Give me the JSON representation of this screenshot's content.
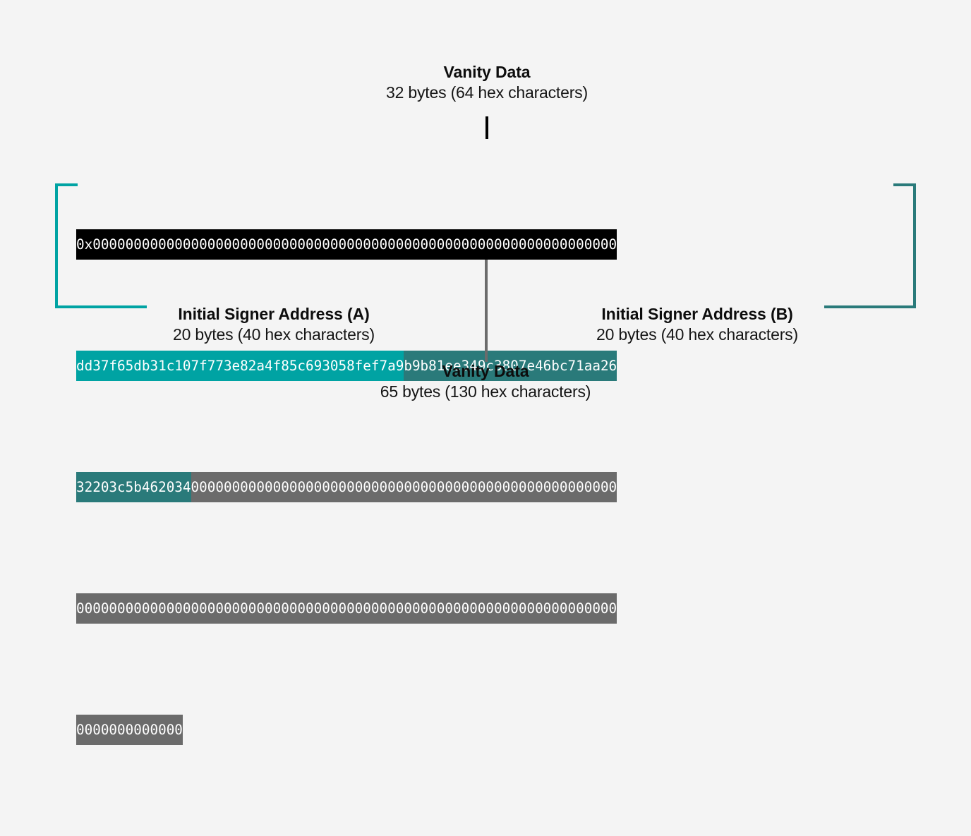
{
  "figure": {
    "background_color": "#f4f4f4",
    "colors": {
      "black": "#000000",
      "teal": "#00a3a3",
      "dark_teal": "#2a7a7a",
      "gray": "#6b6b6b",
      "text": "#0d0d0d"
    }
  },
  "top_label": {
    "title": "Vanity Data",
    "subtitle": "32 bytes (64 hex characters)"
  },
  "bottom_center_label": {
    "title": "Vanity Data",
    "subtitle": "65 bytes (130 hex characters)"
  },
  "left_label": {
    "title": "Initial Signer Address (A)",
    "subtitle": "20 bytes (40 hex characters)"
  },
  "right_label": {
    "title": "Initial Signer Address (B)",
    "subtitle": "20 bytes (40 hex characters)"
  },
  "hex_rows": [
    {
      "row": 1,
      "segments": [
        {
          "kind": "prefix-and-vanity-data",
          "color": "black",
          "text": "0x0000000000000000000000000000000000000000000000000000000000000000"
        }
      ]
    },
    {
      "row": 2,
      "segments": [
        {
          "kind": "signer-address-a",
          "color": "teal",
          "text": "dd37f65db31c107f773e82a4f85c693058fef7a9"
        },
        {
          "kind": "signer-address-b-part1",
          "color": "dark_teal",
          "text": "b9b81ee349c3807e46bc71aa26"
        }
      ]
    },
    {
      "row": 3,
      "segments": [
        {
          "kind": "signer-address-b-part2",
          "color": "dark_teal",
          "text": "32203c5b462034"
        },
        {
          "kind": "vanity-data-tail",
          "color": "gray",
          "text": "0000000000000000000000000000000000000000000000000000"
        }
      ]
    },
    {
      "row": 4,
      "segments": [
        {
          "kind": "vanity-data-tail",
          "color": "gray",
          "text": "000000000000000000000000000000000000000000000000000000000000000000"
        }
      ]
    },
    {
      "row": 5,
      "segments": [
        {
          "kind": "vanity-data-tail",
          "color": "gray",
          "text": "0000000000000"
        }
      ]
    }
  ]
}
